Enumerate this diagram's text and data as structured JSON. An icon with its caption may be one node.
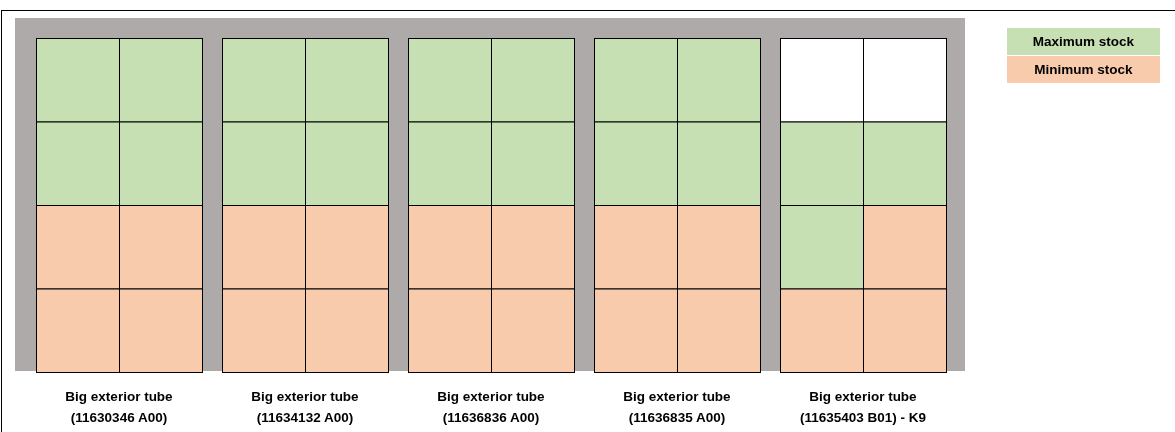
{
  "diagram": {
    "nodes": [
      {
        "text": [
          "Big exterior tube (11630346 A00)"
        ]
      },
      {
        "text": [
          "Big exterior tube (11634132 A00)"
        ]
      },
      {
        "text": [
          "Big exterior tube (11636836 A00)"
        ]
      },
      {
        "text": [
          "Big exterior tube (11636835 A00)"
        ]
      },
      {
        "text": [
          "Big exterior tube (11635403 B01) - K9"
        ]
      }
    ],
    "edges": [],
    "legend": [
      {
        "text": "Maximum stock",
        "color": "#c6e0b4"
      },
      {
        "text": "Minimum stock",
        "color": "#f8cbad"
      }
    ]
  }
}
